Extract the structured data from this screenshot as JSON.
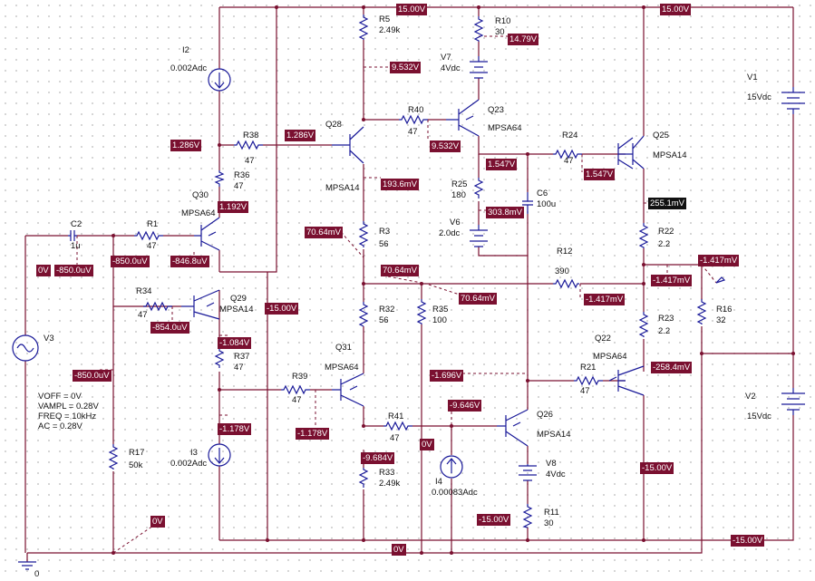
{
  "components": {
    "R5": {
      "ref": "R5",
      "val": "2.49k"
    },
    "R10": {
      "ref": "R10",
      "val": "30"
    },
    "R40": {
      "ref": "R40",
      "val": "47"
    },
    "R38": {
      "ref": "R38",
      "val": "47"
    },
    "R36": {
      "ref": "R36",
      "val": "47"
    },
    "R1": {
      "ref": "R1",
      "val": "47"
    },
    "R34": {
      "ref": "R34",
      "val": "47"
    },
    "R37": {
      "ref": "R37",
      "val": "47"
    },
    "R39": {
      "ref": "R39",
      "val": "47"
    },
    "R3": {
      "ref": "R3",
      "val": "56"
    },
    "R32": {
      "ref": "R32",
      "val": "56"
    },
    "R35": {
      "ref": "R35",
      "val": "100"
    },
    "R41": {
      "ref": "R41",
      "val": "47"
    },
    "R33": {
      "ref": "R33",
      "val": "2.49k"
    },
    "R25": {
      "ref": "R25",
      "val": "180"
    },
    "R24": {
      "ref": "R24",
      "val": "47"
    },
    "R21": {
      "ref": "R21",
      "val": "47"
    },
    "R12": {
      "ref": "R12",
      "val": "390"
    },
    "R22": {
      "ref": "R22",
      "val": "2.2"
    },
    "R23": {
      "ref": "R23",
      "val": "2.2"
    },
    "R16": {
      "ref": "R16",
      "val": "32"
    },
    "R17": {
      "ref": "R17",
      "val": "50k"
    },
    "R11": {
      "ref": "R11",
      "val": "30"
    },
    "C2": {
      "ref": "C2",
      "val": "1u"
    },
    "C6": {
      "ref": "C6",
      "val": "100u"
    },
    "I2": {
      "ref": "I2",
      "val": "0.002Adc"
    },
    "I3": {
      "ref": "I3",
      "val": "0.002Adc"
    },
    "I4": {
      "ref": "I4",
      "val": "0.00083Adc"
    },
    "V1": {
      "ref": "V1",
      "val": "15Vdc"
    },
    "V2": {
      "ref": "V2",
      "val": "15Vdc"
    },
    "V6": {
      "ref": "V6",
      "val": "2.0dc"
    },
    "V7": {
      "ref": "V7",
      "val": "4Vdc"
    },
    "V8": {
      "ref": "V8",
      "val": "4Vdc"
    },
    "V3": {
      "ref": "V3",
      "params": "VOFF = 0V\nVAMPL = 0.28V\nFREQ = 10kHz\nAC = 0.28V"
    },
    "Q28": {
      "ref": "Q28",
      "model": "MPSA14"
    },
    "Q23": {
      "ref": "Q23",
      "model": "MPSA64"
    },
    "Q25": {
      "ref": "Q25",
      "model": "MPSA14"
    },
    "Q30": {
      "ref": "Q30",
      "model": "MPSA64"
    },
    "Q29": {
      "ref": "Q29",
      "model": "MPSA14"
    },
    "Q31": {
      "ref": "Q31",
      "model": "MPSA64"
    },
    "Q26": {
      "ref": "Q26",
      "model": "MPSA14"
    },
    "Q22": {
      "ref": "Q22",
      "model": "MPSA64"
    },
    "gnd": {
      "ref": "0"
    }
  },
  "probes": {
    "p1": "15.00V",
    "p2": "15.00V",
    "p3": "14.79V",
    "p4": "9.532V",
    "p5": "9.532V",
    "p6": "1.286V",
    "p7": "1.286V",
    "p8": "1.192V",
    "p9": "193.6mV",
    "p10": "1.547V",
    "p11": "1.547V",
    "p12": "303.8mV",
    "p13": "255.1mV",
    "p14": "70.64mV",
    "p15": "70.64mV",
    "p16": "70.64mV",
    "p17": "-1.417mV",
    "p18": "-1.417mV",
    "p19": "-1.417mV",
    "p20": "-850.0uV",
    "p21": "-850.0uV",
    "p22": "-846.8uV",
    "p23": "-854.0uV",
    "p24": "-15.00V",
    "p25": "-1.084V",
    "p26": "-850.0uV",
    "p27": "-1.178V",
    "p28": "-1.178V",
    "p29": "-1.696V",
    "p30": "-9.646V",
    "p31": "-258.4mV",
    "p32": "-9.684V",
    "p33": "0V",
    "p34": "-15.00V",
    "p35": "-15.00V",
    "p36": "-15.00V",
    "p37": "0V",
    "p38": "0V",
    "p39": "0V"
  }
}
